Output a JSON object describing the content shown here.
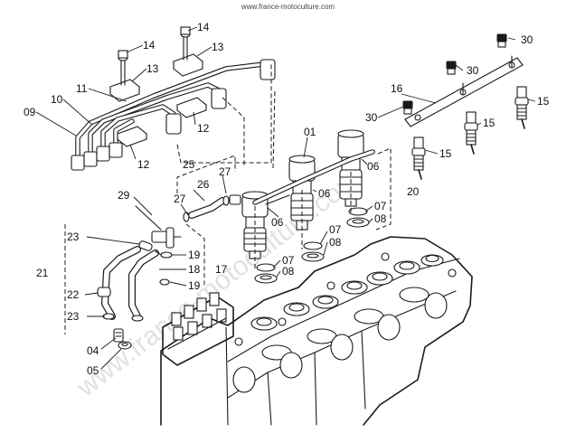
{
  "header": {
    "site_url": "www.france-motoculture.com"
  },
  "watermark": {
    "text": "www.france-motoculture.com"
  },
  "callouts": {
    "c14a": "14",
    "c14b": "14",
    "c13a": "13",
    "c13b": "13",
    "c11": "11",
    "c10": "10",
    "c09": "09",
    "c12a": "12",
    "c12b": "12",
    "c25": "25",
    "c26": "26",
    "c27a": "27",
    "c27b": "27",
    "c29": "29",
    "c01": "01",
    "c06a": "06",
    "c06b": "06",
    "c06c": "06",
    "c07a": "07",
    "c07b": "07",
    "c07c": "07",
    "c08a": "08",
    "c08b": "08",
    "c08c": "08",
    "c20": "20",
    "c16": "16",
    "c30a": "30",
    "c30b": "30",
    "c30c": "30",
    "c15a": "15",
    "c15b": "15",
    "c15c": "15",
    "c23a": "23",
    "c23b": "23",
    "c21": "21",
    "c22": "22",
    "c19a": "19",
    "c19b": "19",
    "c18": "18",
    "c17": "17",
    "c04": "04",
    "c05": "05"
  },
  "colors": {
    "line": "#1a1a1a",
    "background": "#ffffff",
    "watermark": "#c9c9c9"
  }
}
